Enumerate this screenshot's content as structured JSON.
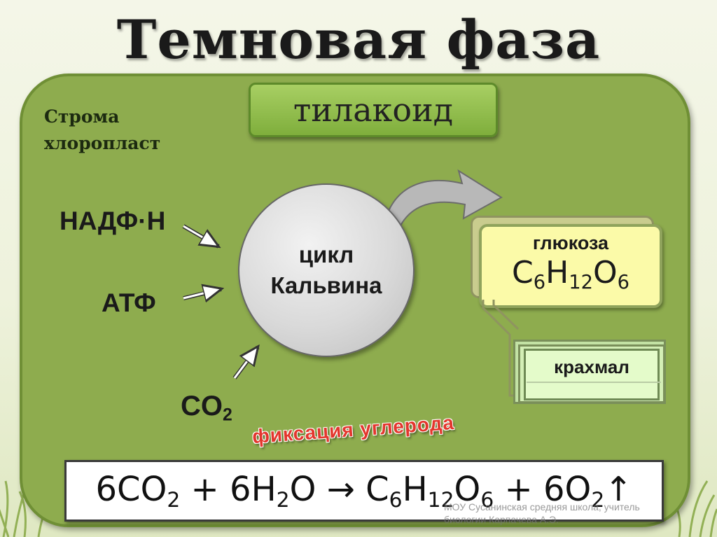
{
  "title": "Темновая  фаза",
  "thylakoid": "тилакоид",
  "stroma": {
    "line1": "Строма",
    "line2": "хлоропласт"
  },
  "inputs": {
    "nadph": "НАДФ·Н",
    "atp": "АТФ",
    "co2_base": "CO",
    "co2_sub": "2"
  },
  "cycle": {
    "line1": "цикл",
    "line2": "Кальвина"
  },
  "glucose": {
    "name": "глюкоза",
    "c": "C",
    "c_sub": "6",
    "h": "H",
    "h_sub": "12",
    "o": "O",
    "o_sub": "6"
  },
  "starch": "крахмал",
  "fixation": "фиксация углерода",
  "equation": {
    "p1": "6CO",
    "s1": "2",
    "p2": " + 6H",
    "s2": "2",
    "p3": "O → C",
    "s3": "6",
    "p4": "H",
    "s4": "12",
    "p5": "O",
    "s5": "6",
    "p6": " + 6O",
    "s6": "2",
    "p7": "↑"
  },
  "watermark": {
    "line1": "МОУ Сусанинская средняя школа, учитель",
    "line2": "биологии Карпачева А.Э."
  },
  "colors": {
    "panel": "#8eac4e",
    "thylakoid": "#8fbd4a",
    "glucose_box": "#fbfaa8",
    "starch_box": "#e4fbca",
    "fixation_text": "#e3362d"
  }
}
